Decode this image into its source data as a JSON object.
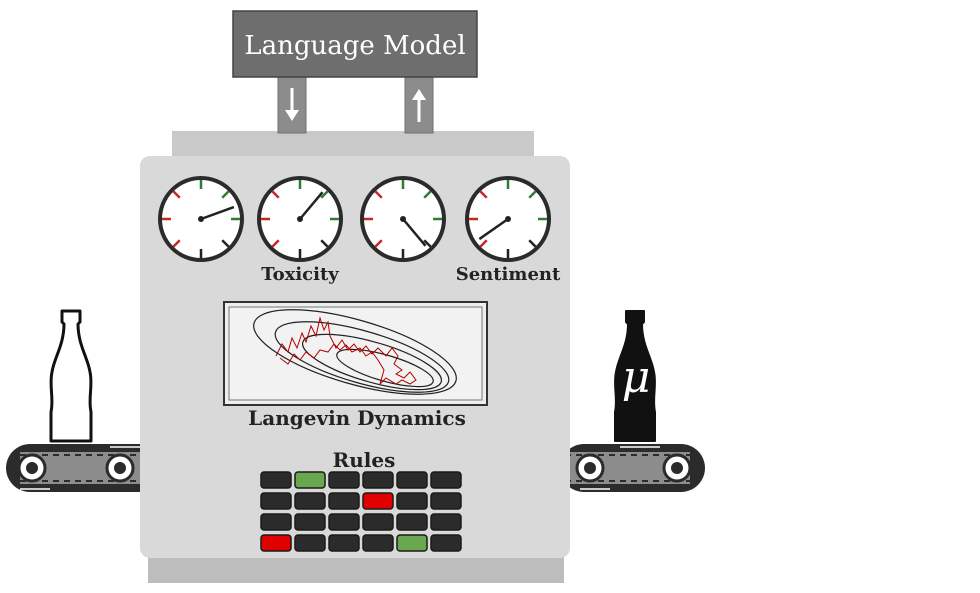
{
  "language_model": {
    "label": "Language Model"
  },
  "gauges": [
    {
      "label": "",
      "needle_deg": 70
    },
    {
      "label": "Toxicity",
      "needle_deg": 40
    },
    {
      "label": "",
      "needle_deg": 140
    },
    {
      "label": "Sentiment",
      "needle_deg": 235
    }
  ],
  "langevin": {
    "label": "Langevin Dynamics"
  },
  "rules": {
    "label": "Rules",
    "grid": [
      [
        "off",
        "on",
        "off",
        "off",
        "off",
        "off"
      ],
      [
        "off",
        "off",
        "off",
        "alert",
        "off",
        "off"
      ],
      [
        "off",
        "off",
        "off",
        "off",
        "off",
        "off"
      ],
      [
        "alert",
        "off",
        "off",
        "off",
        "on",
        "off"
      ]
    ]
  },
  "output_bottle": {
    "symbol": "μ"
  },
  "colors": {
    "machine_body": "#d9d9d9",
    "machine_top": "#c9c9c9",
    "lm_box": "#6e6e6e",
    "dark_button": "#2b2b2b",
    "green": "#6aa84f",
    "red": "#e00000",
    "conveyor": "#2b2b2b",
    "belt": "#8c8c8c"
  }
}
